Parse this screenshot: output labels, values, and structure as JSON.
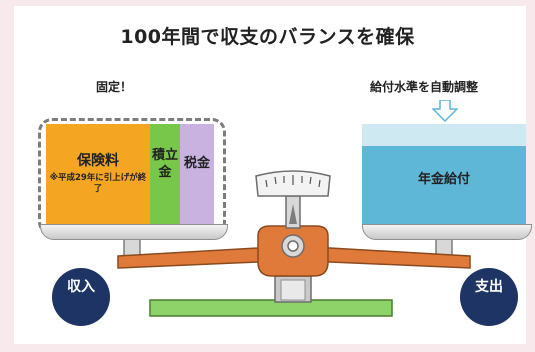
{
  "title": "100年間で収支のバランスを確保",
  "revenue_side": {
    "fixed_label": "固定！",
    "premium": "保険料",
    "premium_note": "※平成29年に引上げが終了",
    "reserve": "積立金",
    "tax": "税金",
    "circle_label": "収入"
  },
  "expense_side": {
    "adjust_label": "給付水準を自動調整",
    "benefit": "年金給付",
    "circle_label": "支出"
  },
  "colors": {
    "premium": "#f4a623",
    "reserve": "#78c64a",
    "tax": "#c9b2e0",
    "benefit": "#5fb7d8",
    "beam": "#e07a3a",
    "circle": "#1e3464",
    "ground": "#8ed36a"
  }
}
